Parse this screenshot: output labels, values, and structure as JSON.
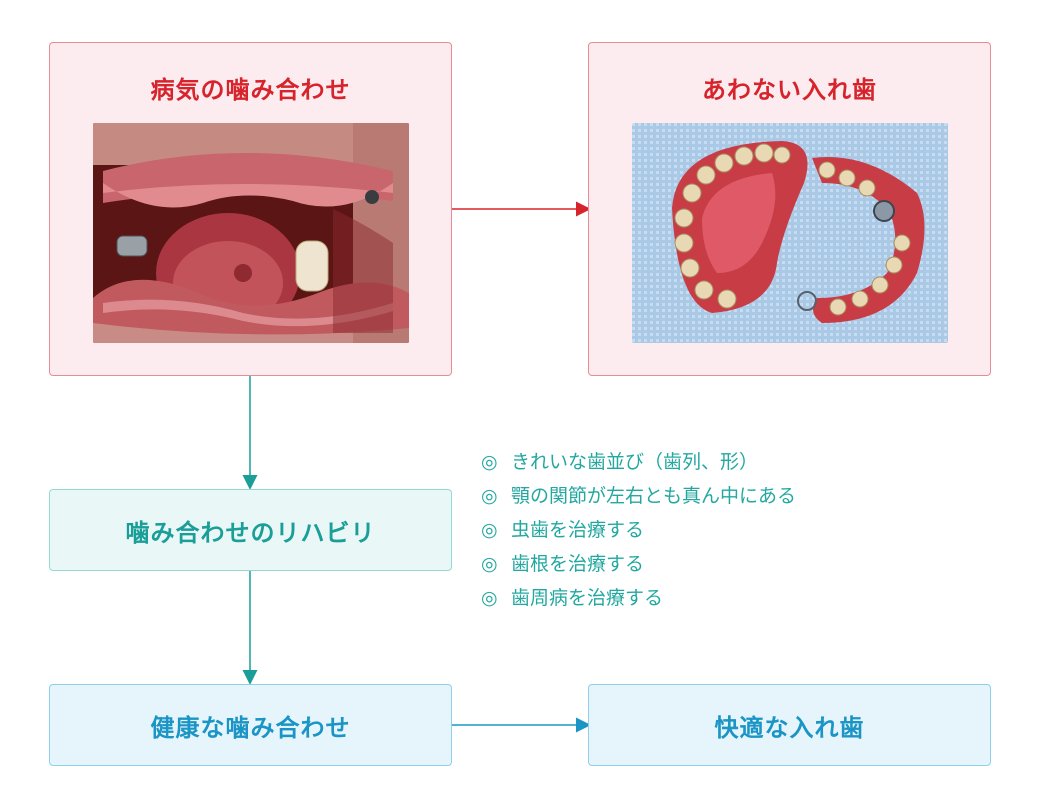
{
  "panels": {
    "sick_bite": {
      "title": "病気の噛み合わせ",
      "image": "mouth-photo"
    },
    "ill_fitting_denture": {
      "title": "あわない入れ歯",
      "image": "denture-photo"
    }
  },
  "boxes": {
    "rehab": "噛み合わせのリハビリ",
    "healthy": "健康な噛み合わせ",
    "comfortable": "快適な入れ歯"
  },
  "list": {
    "marker": "◎",
    "items": [
      "きれいな歯並び（歯列、形）",
      "顎の関節が左右とも真ん中にある",
      "虫歯を治療する",
      "歯根を治療する",
      "歯周病を治療する"
    ]
  },
  "colors": {
    "red": "#d6232c",
    "teal": "#1b9e98",
    "blue": "#1b95c5"
  }
}
